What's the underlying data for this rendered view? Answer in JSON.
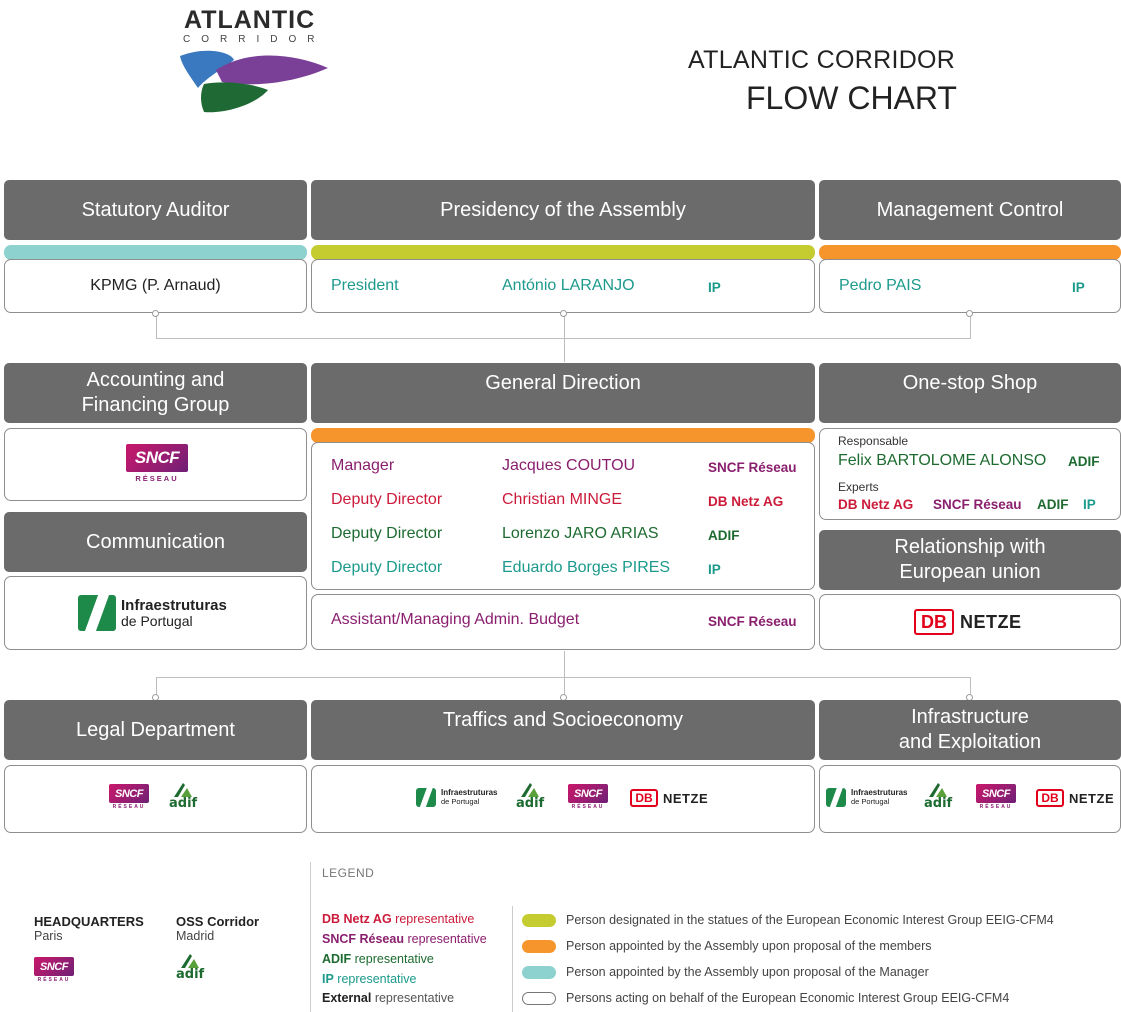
{
  "logo": {
    "word": "ATLANTIC",
    "sub": "CORRIDOR"
  },
  "header": {
    "title": "ATLANTIC CORRIDOR",
    "subtitle": "FLOW CHART"
  },
  "statutory_auditor": {
    "title": "Statutory Auditor",
    "name": "KPMG (P. Arnaud)"
  },
  "presidency": {
    "title": "Presidency of the Assembly",
    "role": "President",
    "name": "António LARANJO",
    "org": "IP"
  },
  "management_control": {
    "title": "Management Control",
    "name": "Pedro PAIS",
    "org": "IP"
  },
  "accounting": {
    "title_line1": "Accounting and",
    "title_line2": "Financing Group"
  },
  "general_direction": {
    "title": "General Direction",
    "rows": [
      {
        "role": "Manager",
        "name": "Jacques COUTOU",
        "org": "SNCF Réseau"
      },
      {
        "role": "Deputy Director",
        "name": "Christian MINGE",
        "org": "DB Netz AG"
      },
      {
        "role": "Deputy Director",
        "name": "Lorenzo JARO ARIAS",
        "org": "ADIF"
      },
      {
        "role": "Deputy Director",
        "name": "Eduardo Borges PIRES",
        "org": "IP"
      }
    ],
    "assistant": {
      "role": "Assistant/Managing Admin. Budget",
      "org": "SNCF Réseau"
    }
  },
  "one_stop_shop": {
    "title": "One-stop Shop",
    "responsable_label": "Responsable",
    "responsable_name": "Felix BARTOLOME ALONSO",
    "responsable_org": "ADIF",
    "experts_label": "Experts",
    "experts": [
      "DB Netz AG",
      "SNCF Réseau",
      "ADIF",
      "IP"
    ]
  },
  "communication": {
    "title": "Communication"
  },
  "relationship": {
    "title_line1": "Relationship with",
    "title_line2": "European union"
  },
  "legal": {
    "title": "Legal Department"
  },
  "traffics": {
    "title": "Traffics and Socioeconomy"
  },
  "infrastructure": {
    "title_line1": "Infrastructure",
    "title_line2": "and Exploitation"
  },
  "logos": {
    "sncf": "SNCF",
    "sncf_sub": "RÉSEAU",
    "db": "DB",
    "netze": "NETZE",
    "ip_line1": "Infraestruturas",
    "ip_line2": "de Portugal",
    "adif": "adif"
  },
  "headquarters": {
    "title": "HEADQUARTERS",
    "city": "Paris"
  },
  "oss": {
    "title": "OSS Corridor",
    "city": "Madrid"
  },
  "legend": {
    "title": "LEGEND",
    "reps": [
      {
        "org": "DB Netz AG",
        "suffix": " representative"
      },
      {
        "org": "SNCF Réseau",
        "suffix": " representative"
      },
      {
        "org": "ADIF",
        "suffix": " representative"
      },
      {
        "org": "IP",
        "suffix": " representative"
      },
      {
        "org": "External",
        "suffix": " representative"
      }
    ],
    "items": [
      "Person designated in the statues of the European Economic Interest Group EEIG-CFM4",
      "Person appointed by the Assembly upon proposal of the members",
      "Person appointed by the Assembly upon proposal of the Manager",
      "Persons acting on behalf of the European Economic Interest Group EEIG-CFM4"
    ]
  },
  "colors": {
    "green_strip": "#c5cc2f",
    "orange_strip": "#f7952d",
    "teal_strip": "#8dd2cf",
    "header_grey": "#6b6b6b",
    "db": "#cc1b3a",
    "sncf": "#8a1f6e",
    "adif": "#1d6b30",
    "ip": "#1c9a8c"
  }
}
